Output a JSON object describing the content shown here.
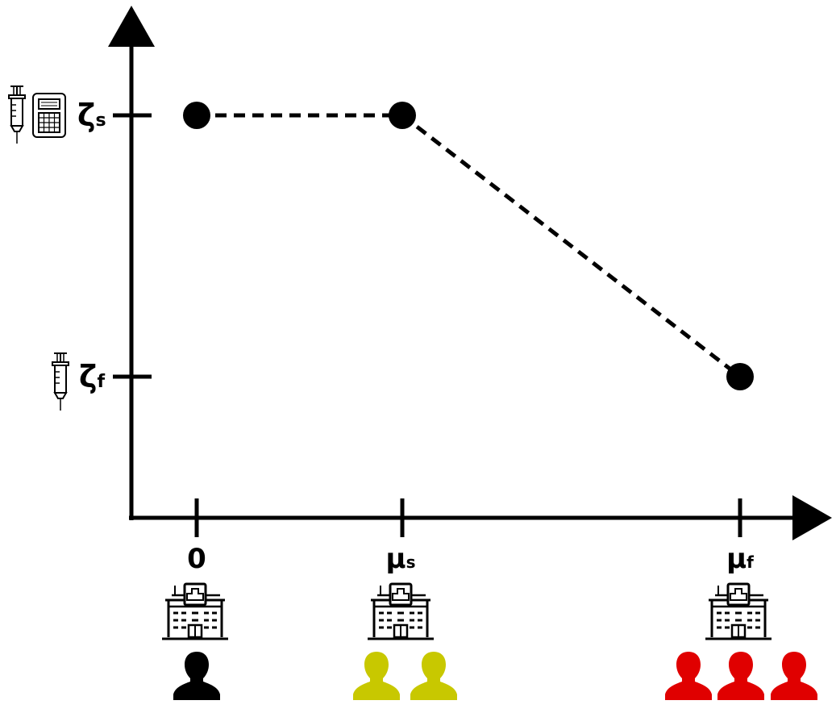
{
  "colors": {
    "axis": "#000000",
    "group_zero": "#000000",
    "group_s": "#c8c800",
    "group_f": "#e00000"
  },
  "y_axis": {
    "ticks": [
      {
        "id": "zeta-s",
        "base": "ζ",
        "sub": "s",
        "icons": [
          "syringe-icon",
          "calculator-icon"
        ]
      },
      {
        "id": "zeta-f",
        "base": "ζ",
        "sub": "f",
        "icons": [
          "syringe-icon"
        ]
      }
    ]
  },
  "x_axis": {
    "ticks": [
      {
        "id": "zero",
        "base": "0",
        "sub": "",
        "people": 1,
        "color": "#000000",
        "icons": [
          "hospital-icon"
        ]
      },
      {
        "id": "mu-s",
        "base": "μ",
        "sub": "s",
        "people": 2,
        "color": "#c8c800",
        "icons": [
          "hospital-icon"
        ]
      },
      {
        "id": "mu-f",
        "base": "μ",
        "sub": "f",
        "people": 3,
        "color": "#e00000",
        "icons": [
          "hospital-icon"
        ]
      }
    ]
  },
  "points": [
    {
      "x": "0",
      "y": "ζs"
    },
    {
      "x": "μs",
      "y": "ζs"
    },
    {
      "x": "μf",
      "y": "ζf"
    }
  ],
  "line_style": "dashed"
}
